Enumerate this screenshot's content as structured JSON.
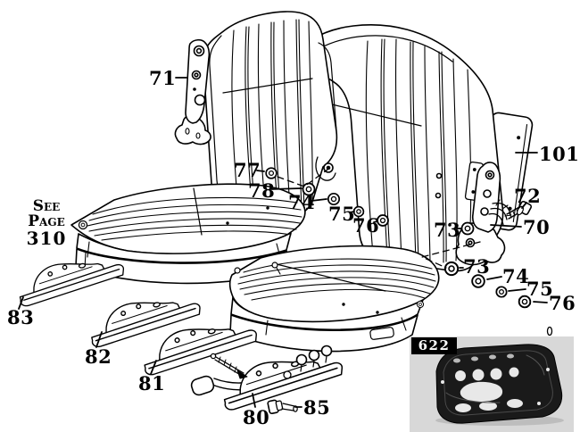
{
  "figure": {
    "colors": {
      "line": "#000000",
      "background": "#ffffff",
      "inset_photo_background": "#d8d8d8",
      "inset_part": "#1a1a1a",
      "inset_badge_background": "#000000",
      "inset_badge_text": "#ffffff"
    }
  },
  "note": {
    "line1": "See",
    "line2": "Page",
    "line3": "310"
  },
  "inset": {
    "label": "622"
  },
  "callouts": {
    "c71": "71",
    "c77": "77",
    "c78": "78",
    "c74a": "74",
    "c75a": "75",
    "c76a": "76",
    "c101": "101",
    "c72": "72",
    "c70": "70",
    "c73a": "73",
    "c73b": "73",
    "c74b": "74",
    "c75b": "75",
    "c76b": "76",
    "c83": "83",
    "c82": "82",
    "c81": "81",
    "c80": "80",
    "c85": "85"
  }
}
